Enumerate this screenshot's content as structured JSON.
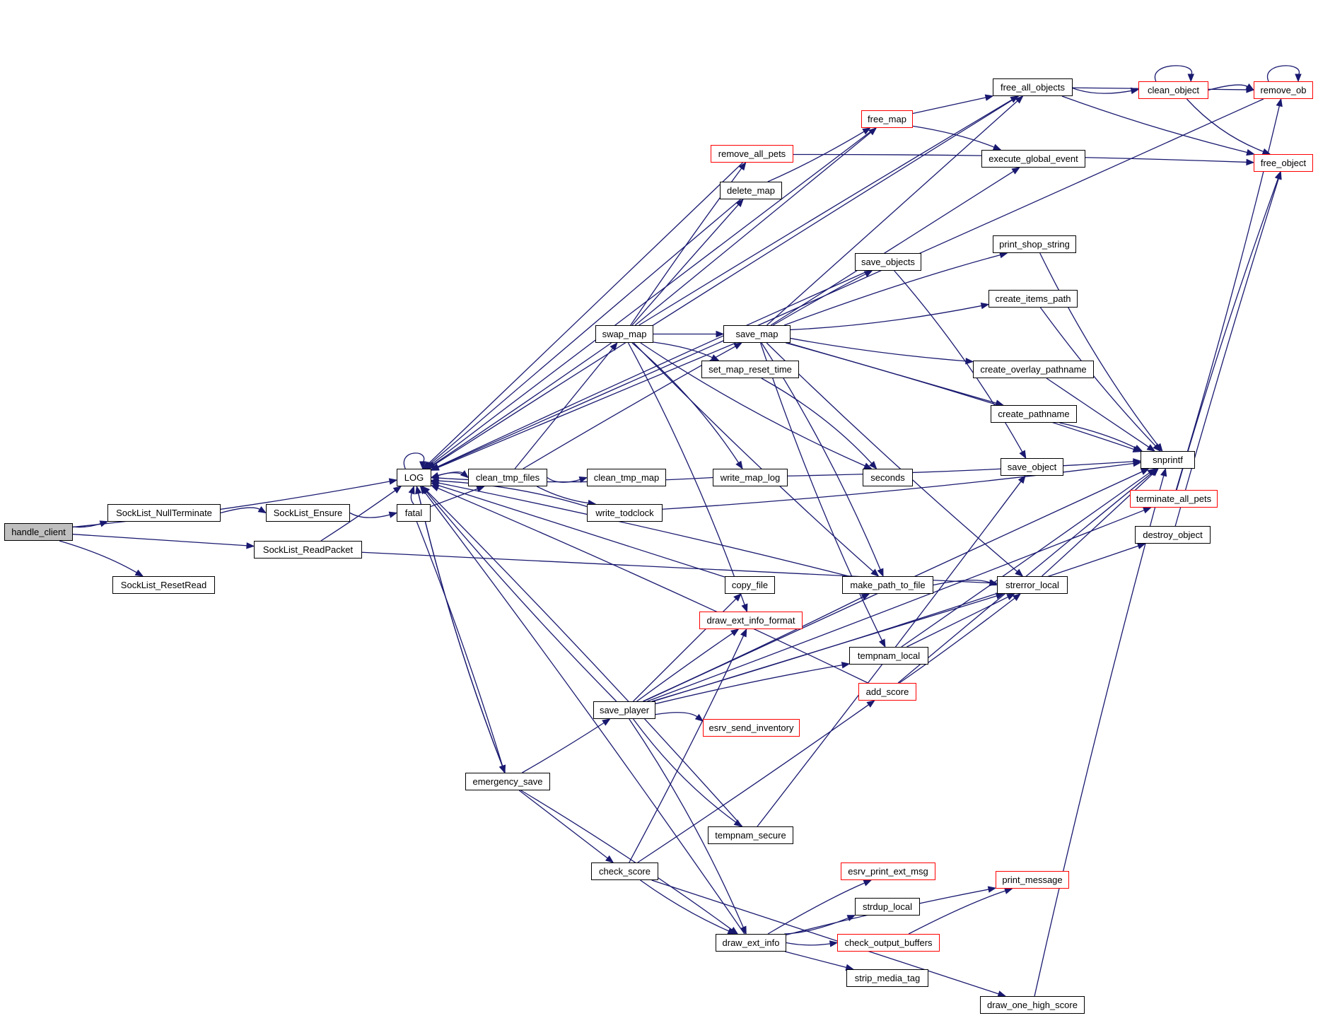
{
  "title": "handle_client call graph",
  "colors": {
    "edge": "#191970",
    "node_border": "#000000",
    "node_border_truncated": "#ff0000",
    "root_fill": "#bfbfbf"
  },
  "nodes": [
    {
      "id": "handle_client",
      "label": "handle_client",
      "style": "root"
    },
    {
      "id": "LOG",
      "label": "LOG",
      "style": "normal"
    },
    {
      "id": "SockList_NullTerminate",
      "label": "SockList_NullTerminate",
      "style": "normal"
    },
    {
      "id": "SockList_Ensure",
      "label": "SockList_Ensure",
      "style": "normal"
    },
    {
      "id": "SockList_ReadPacket",
      "label": "SockList_ReadPacket",
      "style": "normal"
    },
    {
      "id": "SockList_ResetRead",
      "label": "SockList_ResetRead",
      "style": "normal"
    },
    {
      "id": "fatal",
      "label": "fatal",
      "style": "normal"
    },
    {
      "id": "clean_tmp_files",
      "label": "clean_tmp_files",
      "style": "normal"
    },
    {
      "id": "clean_tmp_map",
      "label": "clean_tmp_map",
      "style": "normal"
    },
    {
      "id": "write_todclock",
      "label": "write_todclock",
      "style": "normal"
    },
    {
      "id": "swap_map",
      "label": "swap_map",
      "style": "normal"
    },
    {
      "id": "save_map",
      "label": "save_map",
      "style": "normal"
    },
    {
      "id": "set_map_reset_time",
      "label": "set_map_reset_time",
      "style": "normal"
    },
    {
      "id": "write_map_log",
      "label": "write_map_log",
      "style": "normal"
    },
    {
      "id": "remove_all_pets",
      "label": "remove_all_pets",
      "style": "red"
    },
    {
      "id": "delete_map",
      "label": "delete_map",
      "style": "normal"
    },
    {
      "id": "free_map",
      "label": "free_map",
      "style": "red"
    },
    {
      "id": "free_all_objects",
      "label": "free_all_objects",
      "style": "normal"
    },
    {
      "id": "clean_object",
      "label": "clean_object",
      "style": "red"
    },
    {
      "id": "remove_ob",
      "label": "remove_ob",
      "style": "red"
    },
    {
      "id": "free_object",
      "label": "free_object",
      "style": "red"
    },
    {
      "id": "execute_global_event",
      "label": "execute_global_event",
      "style": "normal"
    },
    {
      "id": "print_shop_string",
      "label": "print_shop_string",
      "style": "normal"
    },
    {
      "id": "save_objects",
      "label": "save_objects",
      "style": "normal"
    },
    {
      "id": "create_items_path",
      "label": "create_items_path",
      "style": "normal"
    },
    {
      "id": "create_overlay_pathname",
      "label": "create_overlay_pathname",
      "style": "normal"
    },
    {
      "id": "create_pathname",
      "label": "create_pathname",
      "style": "normal"
    },
    {
      "id": "snprintf",
      "label": "snprintf",
      "style": "normal"
    },
    {
      "id": "save_object",
      "label": "save_object",
      "style": "normal"
    },
    {
      "id": "seconds",
      "label": "seconds",
      "style": "normal"
    },
    {
      "id": "terminate_all_pets",
      "label": "terminate_all_pets",
      "style": "red"
    },
    {
      "id": "destroy_object",
      "label": "destroy_object",
      "style": "normal"
    },
    {
      "id": "copy_file",
      "label": "copy_file",
      "style": "normal"
    },
    {
      "id": "make_path_to_file",
      "label": "make_path_to_file",
      "style": "normal"
    },
    {
      "id": "strerror_local",
      "label": "strerror_local",
      "style": "normal"
    },
    {
      "id": "draw_ext_info_format",
      "label": "draw_ext_info_format",
      "style": "red"
    },
    {
      "id": "tempnam_local",
      "label": "tempnam_local",
      "style": "normal"
    },
    {
      "id": "add_score",
      "label": "add_score",
      "style": "red"
    },
    {
      "id": "save_player",
      "label": "save_player",
      "style": "normal"
    },
    {
      "id": "esrv_send_inventory",
      "label": "esrv_send_inventory",
      "style": "red"
    },
    {
      "id": "emergency_save",
      "label": "emergency_save",
      "style": "normal"
    },
    {
      "id": "tempnam_secure",
      "label": "tempnam_secure",
      "style": "normal"
    },
    {
      "id": "check_score",
      "label": "check_score",
      "style": "normal"
    },
    {
      "id": "esrv_print_ext_msg",
      "label": "esrv_print_ext_msg",
      "style": "red"
    },
    {
      "id": "print_message",
      "label": "print_message",
      "style": "red"
    },
    {
      "id": "strdup_local",
      "label": "strdup_local",
      "style": "normal"
    },
    {
      "id": "draw_ext_info",
      "label": "draw_ext_info",
      "style": "normal"
    },
    {
      "id": "check_output_buffers",
      "label": "check_output_buffers",
      "style": "red"
    },
    {
      "id": "strip_media_tag",
      "label": "strip_media_tag",
      "style": "normal"
    },
    {
      "id": "draw_one_high_score",
      "label": "draw_one_high_score",
      "style": "normal"
    }
  ],
  "edges": [
    [
      "handle_client",
      "LOG"
    ],
    [
      "handle_client",
      "SockList_NullTerminate"
    ],
    [
      "handle_client",
      "SockList_ReadPacket"
    ],
    [
      "handle_client",
      "SockList_ResetRead"
    ],
    [
      "SockList_NullTerminate",
      "SockList_Ensure"
    ],
    [
      "SockList_Ensure",
      "fatal"
    ],
    [
      "SockList_ReadPacket",
      "LOG"
    ],
    [
      "SockList_ReadPacket",
      "strerror_local"
    ],
    [
      "LOG",
      "LOG"
    ],
    [
      "LOG",
      "clean_tmp_files"
    ],
    [
      "LOG",
      "emergency_save"
    ],
    [
      "fatal",
      "LOG"
    ],
    [
      "fatal",
      "clean_tmp_files"
    ],
    [
      "fatal",
      "emergency_save"
    ],
    [
      "clean_tmp_files",
      "LOG"
    ],
    [
      "clean_tmp_files",
      "clean_tmp_map"
    ],
    [
      "clean_tmp_files",
      "write_todclock"
    ],
    [
      "clean_tmp_files",
      "swap_map"
    ],
    [
      "clean_tmp_files",
      "save_map"
    ],
    [
      "write_todclock",
      "LOG"
    ],
    [
      "write_todclock",
      "snprintf"
    ],
    [
      "swap_map",
      "LOG"
    ],
    [
      "swap_map",
      "save_map"
    ],
    [
      "swap_map",
      "set_map_reset_time"
    ],
    [
      "swap_map",
      "write_map_log"
    ],
    [
      "swap_map",
      "remove_all_pets"
    ],
    [
      "swap_map",
      "delete_map"
    ],
    [
      "swap_map",
      "free_map"
    ],
    [
      "swap_map",
      "free_all_objects"
    ],
    [
      "swap_map",
      "draw_ext_info_format"
    ],
    [
      "swap_map",
      "seconds"
    ],
    [
      "swap_map",
      "make_path_to_file"
    ],
    [
      "save_map",
      "LOG"
    ],
    [
      "save_map",
      "save_objects"
    ],
    [
      "save_map",
      "print_shop_string"
    ],
    [
      "save_map",
      "create_items_path"
    ],
    [
      "save_map",
      "create_overlay_pathname"
    ],
    [
      "save_map",
      "create_pathname"
    ],
    [
      "save_map",
      "snprintf"
    ],
    [
      "save_map",
      "make_path_to_file"
    ],
    [
      "save_map",
      "tempnam_local"
    ],
    [
      "save_map",
      "strerror_local"
    ],
    [
      "save_map",
      "execute_global_event"
    ],
    [
      "save_map",
      "free_all_objects"
    ],
    [
      "set_map_reset_time",
      "seconds"
    ],
    [
      "write_map_log",
      "LOG"
    ],
    [
      "write_map_log",
      "snprintf"
    ],
    [
      "remove_all_pets",
      "LOG"
    ],
    [
      "remove_all_pets",
      "free_object"
    ],
    [
      "delete_map",
      "LOG"
    ],
    [
      "delete_map",
      "free_map"
    ],
    [
      "free_map",
      "LOG"
    ],
    [
      "free_map",
      "free_all_objects"
    ],
    [
      "free_map",
      "execute_global_event"
    ],
    [
      "free_all_objects",
      "LOG"
    ],
    [
      "free_all_objects",
      "clean_object"
    ],
    [
      "free_all_objects",
      "free_object"
    ],
    [
      "free_all_objects",
      "remove_ob"
    ],
    [
      "clean_object",
      "clean_object"
    ],
    [
      "clean_object",
      "remove_ob"
    ],
    [
      "clean_object",
      "free_object"
    ],
    [
      "remove_ob",
      "LOG"
    ],
    [
      "remove_ob",
      "remove_ob"
    ],
    [
      "save_objects",
      "LOG"
    ],
    [
      "save_objects",
      "save_object"
    ],
    [
      "print_shop_string",
      "snprintf"
    ],
    [
      "create_items_path",
      "snprintf"
    ],
    [
      "create_overlay_pathname",
      "snprintf"
    ],
    [
      "create_pathname",
      "snprintf"
    ],
    [
      "terminate_all_pets",
      "remove_ob"
    ],
    [
      "terminate_all_pets",
      "free_object"
    ],
    [
      "destroy_object",
      "free_object"
    ],
    [
      "copy_file",
      "LOG"
    ],
    [
      "make_path_to_file",
      "LOG"
    ],
    [
      "make_path_to_file",
      "strerror_local"
    ],
    [
      "strerror_local",
      "snprintf"
    ],
    [
      "tempnam_local",
      "snprintf"
    ],
    [
      "tempnam_local",
      "strerror_local"
    ],
    [
      "add_score",
      "LOG"
    ],
    [
      "add_score",
      "snprintf"
    ],
    [
      "add_score",
      "strerror_local"
    ],
    [
      "save_player",
      "LOG"
    ],
    [
      "save_player",
      "copy_file"
    ],
    [
      "save_player",
      "draw_ext_info_format"
    ],
    [
      "save_player",
      "esrv_send_inventory"
    ],
    [
      "save_player",
      "tempnam_secure"
    ],
    [
      "save_player",
      "make_path_to_file"
    ],
    [
      "save_player",
      "snprintf"
    ],
    [
      "save_player",
      "tempnam_local"
    ],
    [
      "save_player",
      "draw_ext_info"
    ],
    [
      "save_player",
      "destroy_object"
    ],
    [
      "save_player",
      "terminate_all_pets"
    ],
    [
      "save_player",
      "strerror_local"
    ],
    [
      "tempnam_secure",
      "LOG"
    ],
    [
      "tempnam_secure",
      "save_object"
    ],
    [
      "emergency_save",
      "LOG"
    ],
    [
      "emergency_save",
      "save_player"
    ],
    [
      "emergency_save",
      "check_score"
    ],
    [
      "emergency_save",
      "draw_ext_info"
    ],
    [
      "check_score",
      "draw_ext_info_format"
    ],
    [
      "check_score",
      "add_score"
    ],
    [
      "check_score",
      "draw_ext_info"
    ],
    [
      "check_score",
      "draw_one_high_score"
    ],
    [
      "draw_ext_info",
      "LOG"
    ],
    [
      "draw_ext_info",
      "esrv_print_ext_msg"
    ],
    [
      "draw_ext_info",
      "strdup_local"
    ],
    [
      "draw_ext_info",
      "check_output_buffers"
    ],
    [
      "draw_ext_info",
      "strip_media_tag"
    ],
    [
      "draw_ext_info",
      "print_message"
    ],
    [
      "check_output_buffers",
      "print_message"
    ],
    [
      "draw_one_high_score",
      "snprintf"
    ]
  ]
}
